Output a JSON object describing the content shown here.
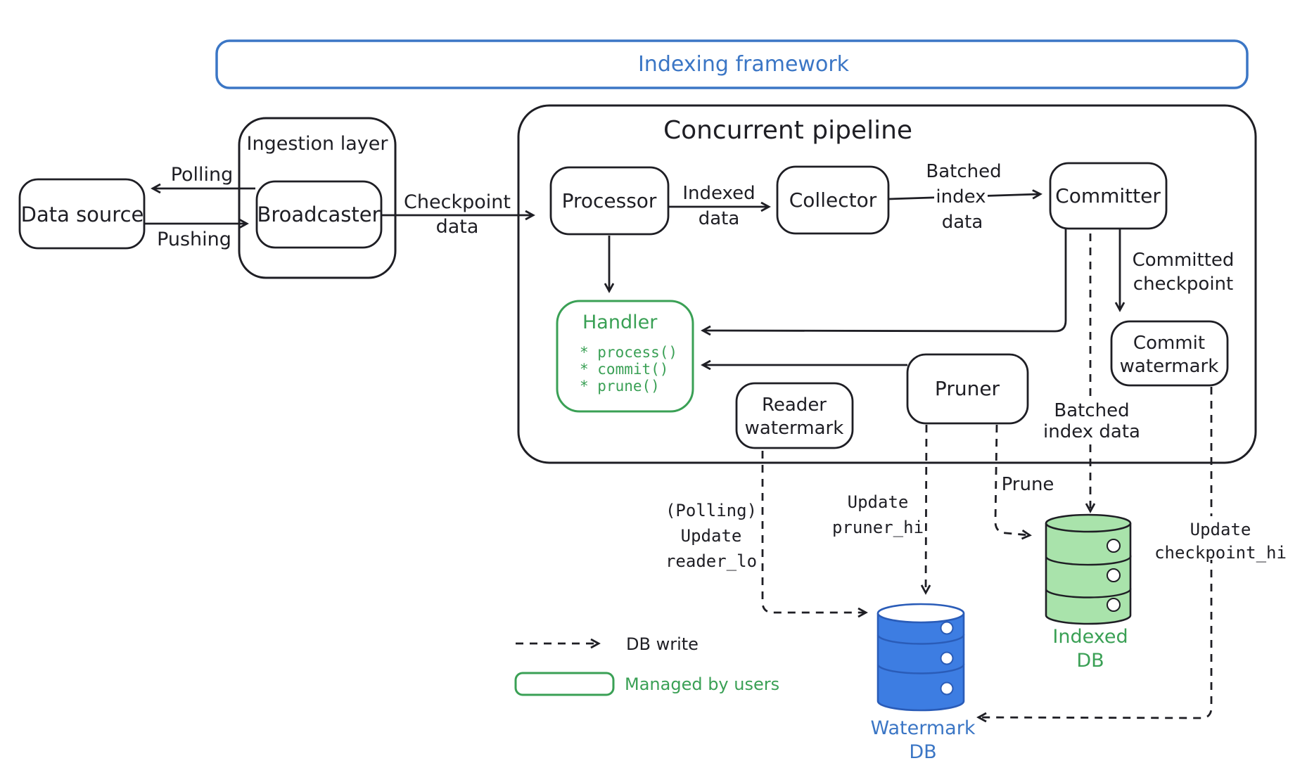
{
  "banner": {
    "title": "Indexing framework"
  },
  "nodes": {
    "data_source": "Data source",
    "ingestion_layer": "Ingestion layer",
    "broadcaster": "Broadcaster",
    "pipeline_title": "Concurrent pipeline",
    "processor": "Processor",
    "collector": "Collector",
    "committer": "Committer",
    "handler": {
      "title": "Handler",
      "methods": [
        "* process()",
        "* commit()",
        "* prune()"
      ]
    },
    "reader_watermark": [
      "Reader",
      "watermark"
    ],
    "pruner": "Pruner",
    "commit_watermark": [
      "Commit",
      "watermark"
    ],
    "watermark_db": [
      "Watermark",
      "DB"
    ],
    "indexed_db": [
      "Indexed",
      "DB"
    ]
  },
  "edges": {
    "polling": "Polling",
    "pushing": "Pushing",
    "checkpoint_data": [
      "Checkpoint",
      "data"
    ],
    "indexed_data": [
      "Indexed",
      "data"
    ],
    "batched_index_data_top": [
      "Batched",
      "index",
      "data"
    ],
    "committed_checkpoint": [
      "Committed",
      "checkpoint"
    ],
    "batched_index_data_bottom": [
      "Batched",
      "index data"
    ],
    "update_reader_lo": [
      "(Polling)",
      "Update",
      "reader_lo"
    ],
    "update_pruner_hi": [
      "Update",
      "pruner_hi"
    ],
    "prune": "Prune",
    "update_checkpoint_hi": [
      "Update",
      "checkpoint_hi"
    ]
  },
  "legend": {
    "db_write": "DB write",
    "managed_by_users": "Managed by users"
  },
  "colors": {
    "ink": "#1e1e24",
    "blue": "#3b76c5",
    "blue_db_fill": "#3d7de2",
    "blue_db_stroke": "#2a5cb8",
    "green": "#3aa055",
    "green_db_fill": "#a9e3ab"
  }
}
